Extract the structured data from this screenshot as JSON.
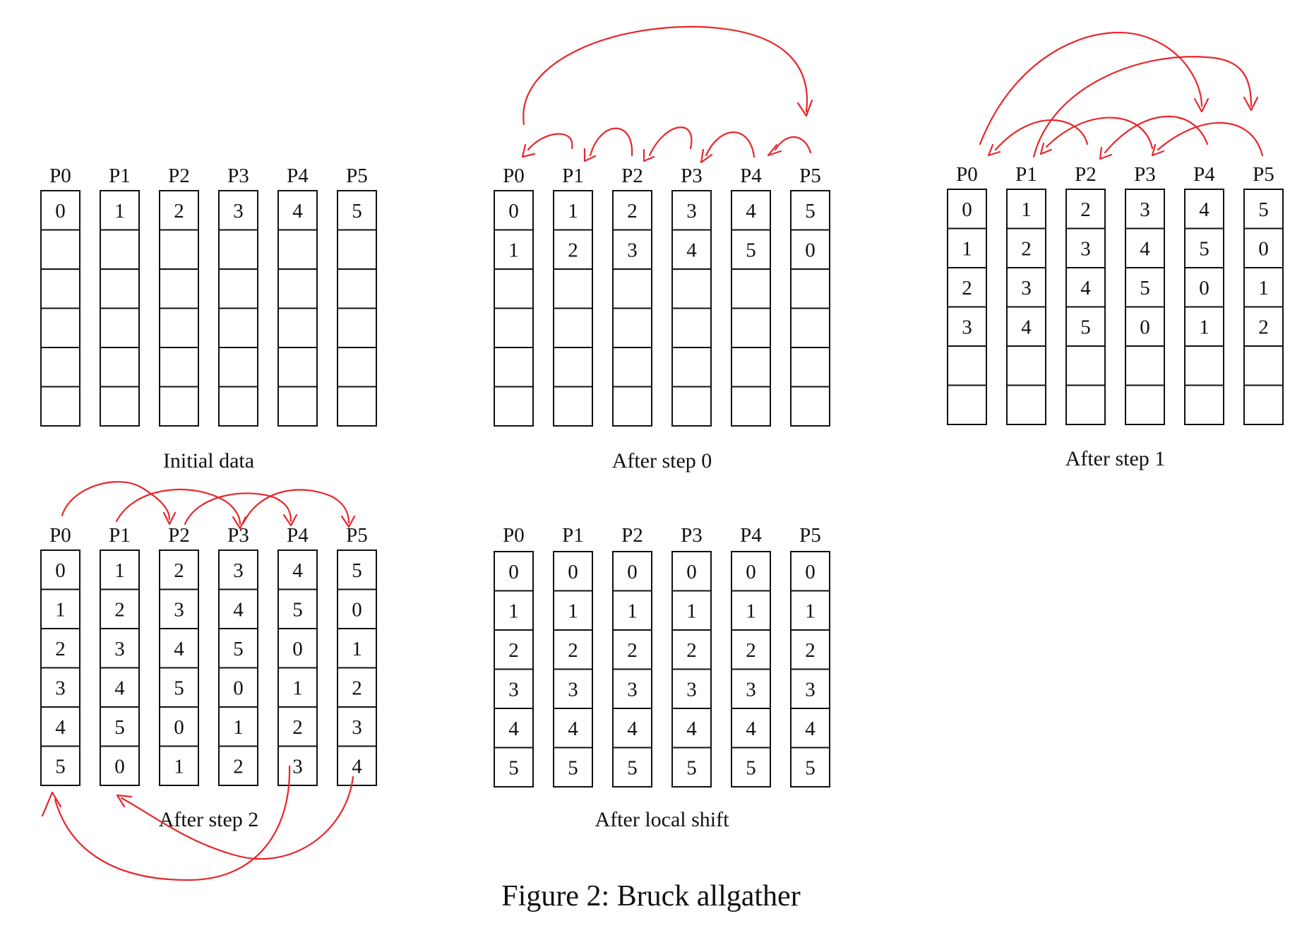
{
  "figure_caption": "Figure 2: Bruck allgather",
  "panels": [
    {
      "caption": "Initial data",
      "processes": [
        "P0",
        "P1",
        "P2",
        "P3",
        "P4",
        "P5"
      ],
      "columns": [
        [
          "0",
          "",
          "",
          "",
          "",
          ""
        ],
        [
          "1",
          "",
          "",
          "",
          "",
          ""
        ],
        [
          "2",
          "",
          "",
          "",
          "",
          ""
        ],
        [
          "3",
          "",
          "",
          "",
          "",
          ""
        ],
        [
          "4",
          "",
          "",
          "",
          "",
          ""
        ],
        [
          "5",
          "",
          "",
          "",
          "",
          ""
        ]
      ]
    },
    {
      "caption": "After step 0",
      "processes": [
        "P0",
        "P1",
        "P2",
        "P3",
        "P4",
        "P5"
      ],
      "columns": [
        [
          "0",
          "1",
          "",
          "",
          "",
          ""
        ],
        [
          "1",
          "2",
          "",
          "",
          "",
          ""
        ],
        [
          "2",
          "3",
          "",
          "",
          "",
          ""
        ],
        [
          "3",
          "4",
          "",
          "",
          "",
          ""
        ],
        [
          "4",
          "5",
          "",
          "",
          "",
          ""
        ],
        [
          "5",
          "0",
          "",
          "",
          "",
          ""
        ]
      ]
    },
    {
      "caption": "After step 1",
      "processes": [
        "P0",
        "P1",
        "P2",
        "P3",
        "P4",
        "P5"
      ],
      "columns": [
        [
          "0",
          "1",
          "2",
          "3",
          "",
          ""
        ],
        [
          "1",
          "2",
          "3",
          "4",
          "",
          ""
        ],
        [
          "2",
          "3",
          "4",
          "5",
          "",
          ""
        ],
        [
          "3",
          "4",
          "5",
          "0",
          "",
          ""
        ],
        [
          "4",
          "5",
          "0",
          "1",
          "",
          ""
        ],
        [
          "5",
          "0",
          "1",
          "2",
          "",
          ""
        ]
      ]
    },
    {
      "caption": "After step 2",
      "processes": [
        "P0",
        "P1",
        "P2",
        "P3",
        "P4",
        "P5"
      ],
      "columns": [
        [
          "0",
          "1",
          "2",
          "3",
          "4",
          "5"
        ],
        [
          "1",
          "2",
          "3",
          "4",
          "5",
          "0"
        ],
        [
          "2",
          "3",
          "4",
          "5",
          "0",
          "1"
        ],
        [
          "3",
          "4",
          "5",
          "0",
          "1",
          "2"
        ],
        [
          "4",
          "5",
          "0",
          "1",
          "2",
          "3"
        ],
        [
          "5",
          "0",
          "1",
          "2",
          "3",
          "4"
        ]
      ]
    },
    {
      "caption": "After local shift",
      "processes": [
        "P0",
        "P1",
        "P2",
        "P3",
        "P4",
        "P5"
      ],
      "columns": [
        [
          "0",
          "1",
          "2",
          "3",
          "4",
          "5"
        ],
        [
          "0",
          "1",
          "2",
          "3",
          "4",
          "5"
        ],
        [
          "0",
          "1",
          "2",
          "3",
          "4",
          "5"
        ],
        [
          "0",
          "1",
          "2",
          "3",
          "4",
          "5"
        ],
        [
          "0",
          "1",
          "2",
          "3",
          "4",
          "5"
        ],
        [
          "0",
          "1",
          "2",
          "3",
          "4",
          "5"
        ]
      ]
    }
  ],
  "colors": {
    "arrow": "#e8262b",
    "ink": "#111111"
  }
}
